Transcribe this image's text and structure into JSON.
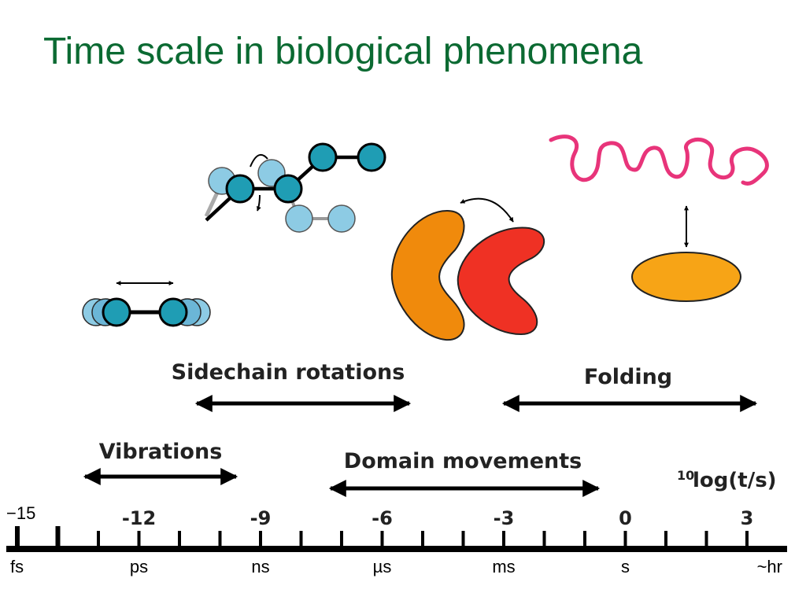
{
  "title": "Time scale in biological phenomena",
  "labels": {
    "vibrations": "Vibrations",
    "sidechain": "Sidechain rotations",
    "domain": "Domain movements",
    "folding": "Folding",
    "log_base": "10",
    "log_expr": "log(t/s)"
  },
  "axis": {
    "major_ticks": [
      {
        "exp": -15,
        "label": "−15",
        "unit": "fs"
      },
      {
        "exp": -12,
        "label": "-12",
        "unit": "ps"
      },
      {
        "exp": -9,
        "label": "-9",
        "unit": "ns"
      },
      {
        "exp": -6,
        "label": "-6",
        "unit": "µs"
      },
      {
        "exp": -3,
        "label": "-3",
        "unit": "ms"
      },
      {
        "exp": 0,
        "label": "0",
        "unit": "s"
      },
      {
        "exp": 3,
        "label": "3",
        "unit": "~hr"
      }
    ],
    "min_exp": -15,
    "max_exp": 3
  },
  "colors": {
    "title": "#0b6a32",
    "teal": "#1f9db4",
    "light_blue": "#8dcbe4",
    "orange": "#f08a0c",
    "red": "#ef3124",
    "folded": "#f7a416",
    "unfolded": "#e8347a"
  }
}
